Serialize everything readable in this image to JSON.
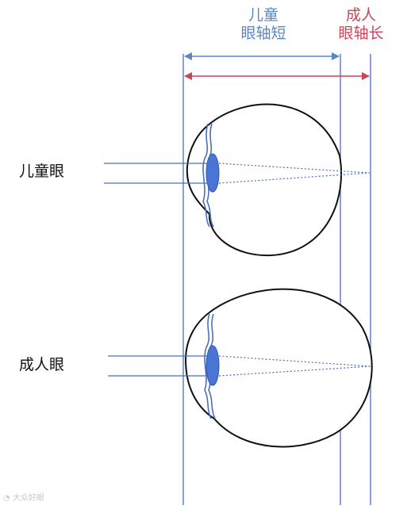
{
  "headers": {
    "child_axis": {
      "line1": "儿童",
      "line2": "眼轴短"
    },
    "adult_axis": {
      "line1": "成人",
      "line2": "眼轴长"
    }
  },
  "eyes": {
    "child_label": "儿童眼",
    "adult_label": "成人眼"
  },
  "watermark": "大众好眼",
  "colors": {
    "child_header": "#5b86c5",
    "adult_header": "#c8455a",
    "guide_line": "#4a70b8",
    "lens_fill": "#4a74d6",
    "outline": "#111111"
  }
}
